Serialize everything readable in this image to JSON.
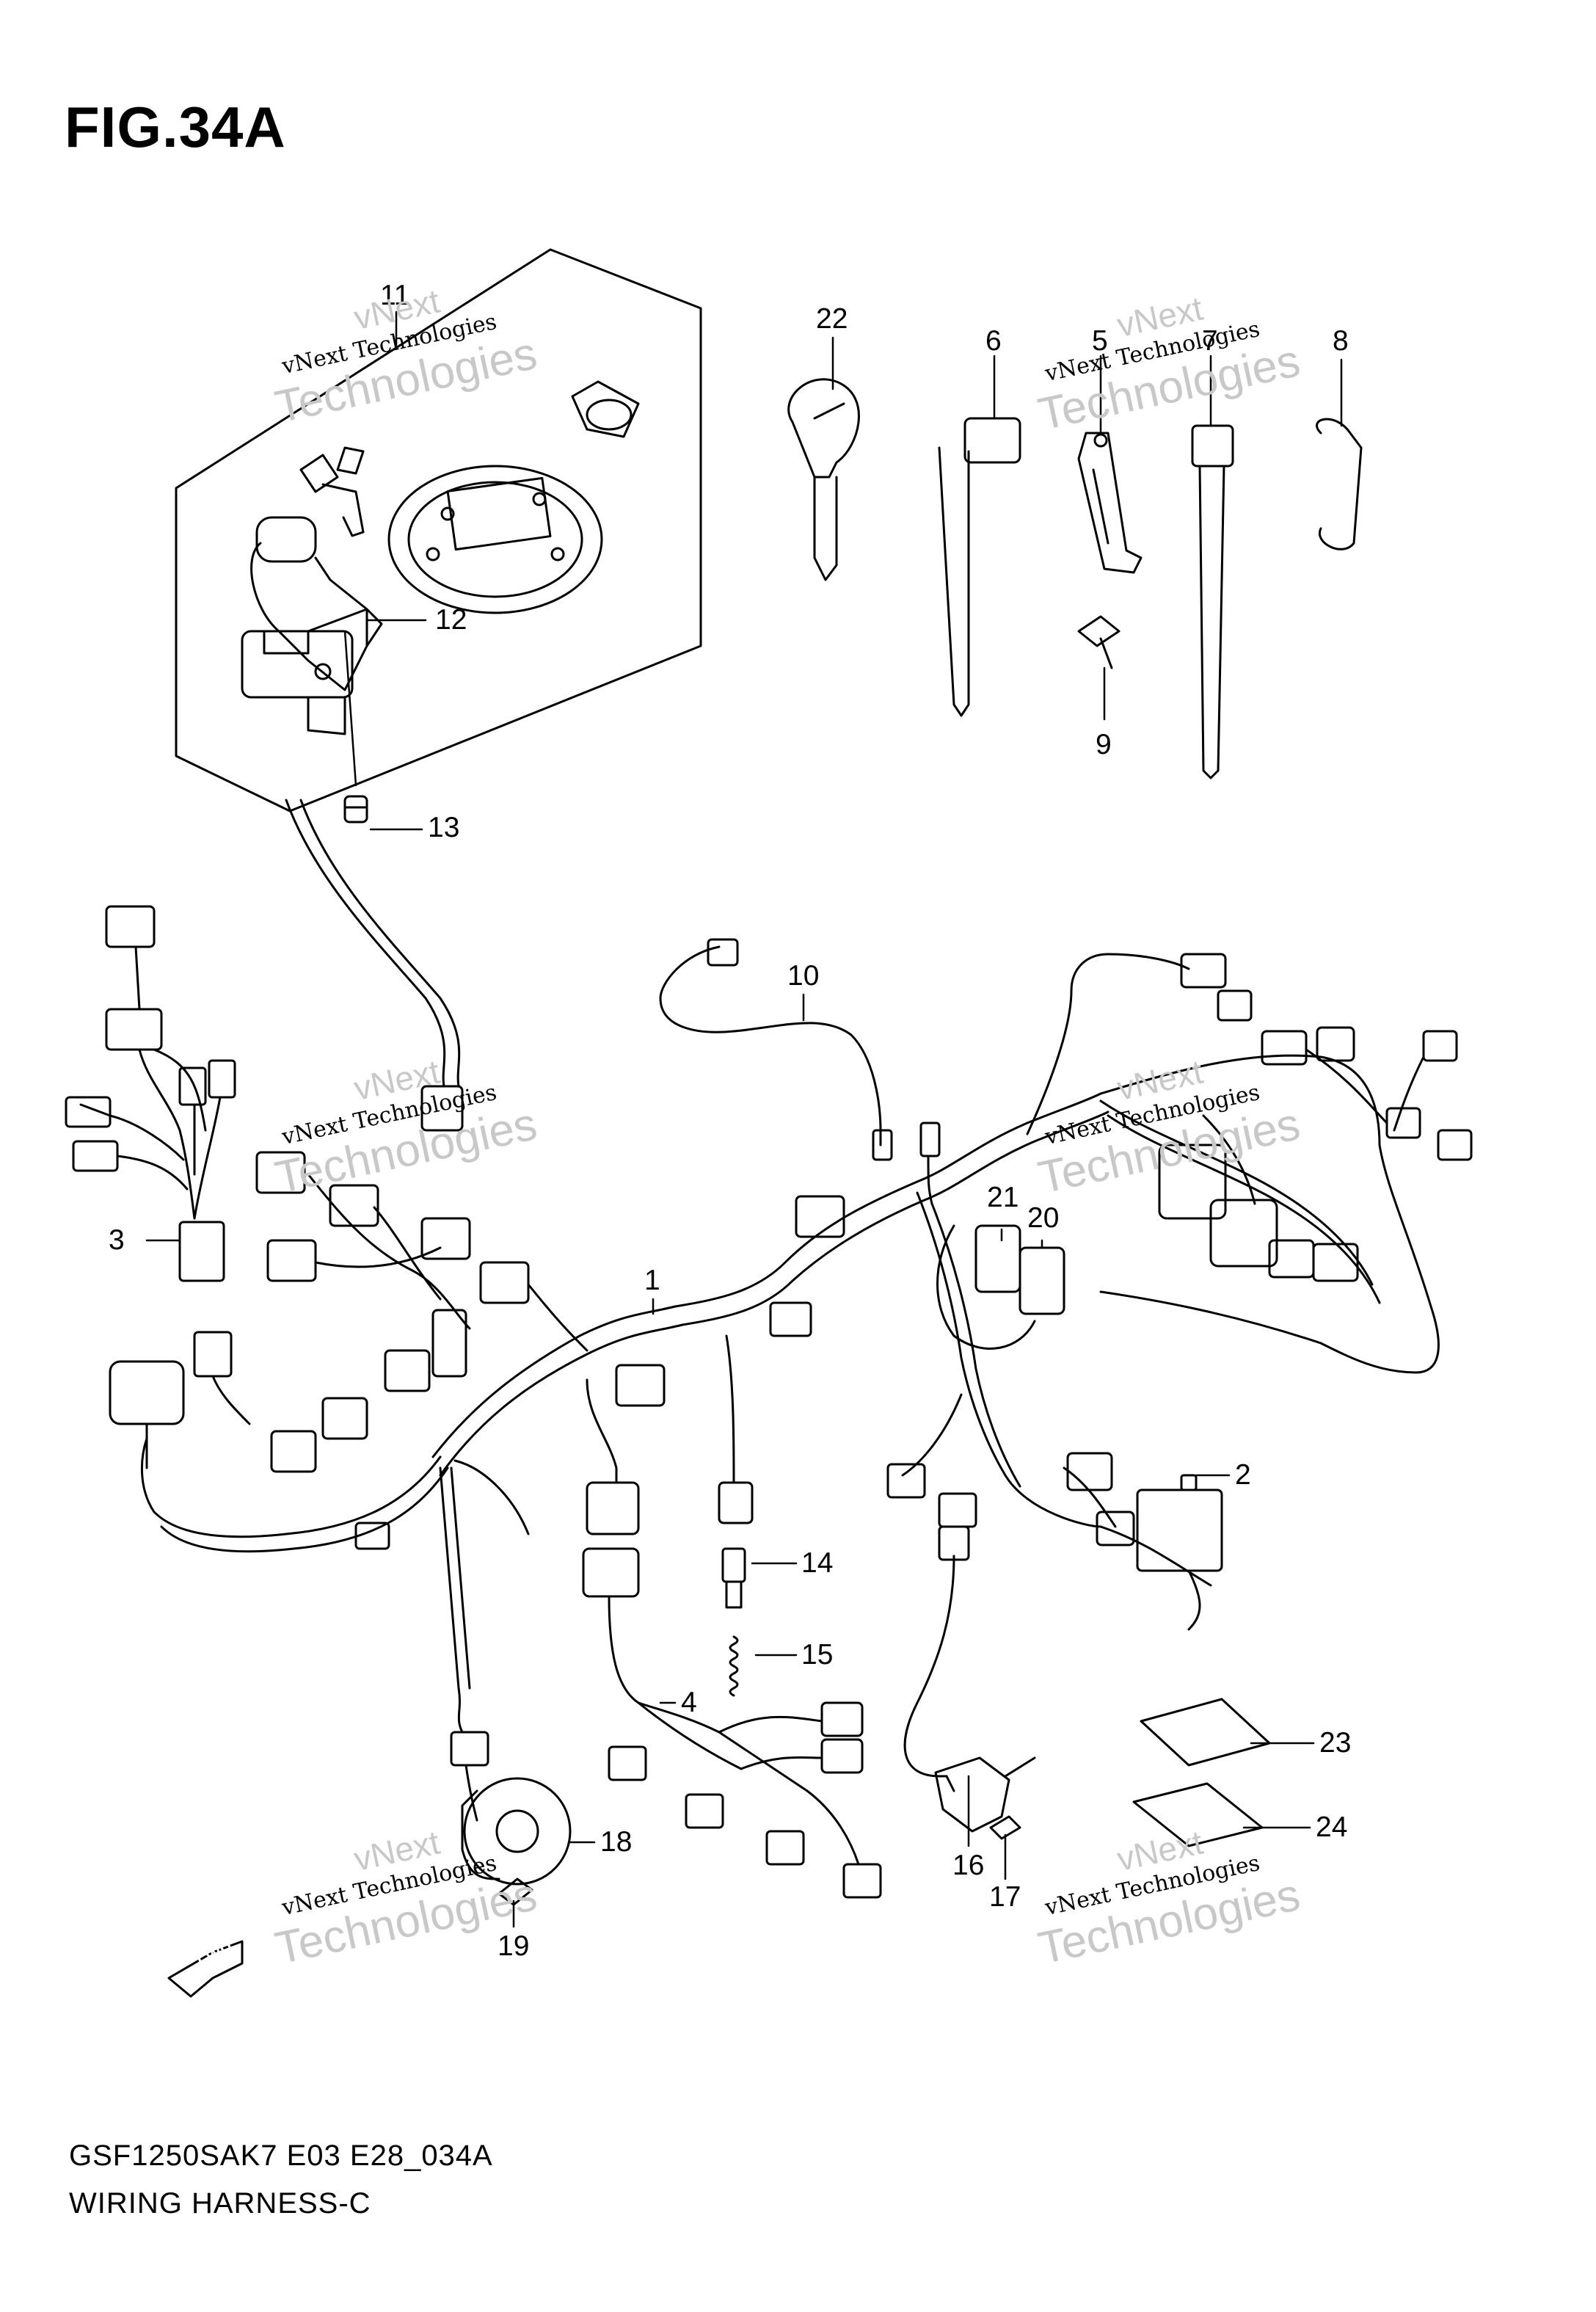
{
  "figure": {
    "title": "FIG.34A",
    "model_code": "GSF1250SAK7 E03 E28_034A",
    "name": "WIRING HARNESS-C",
    "fwd_label": "FWD"
  },
  "watermark": {
    "line1": "vNext",
    "line2": "vNext Technologies",
    "line3": "Technologies"
  },
  "callouts": [
    "1",
    "2",
    "3",
    "4",
    "5",
    "6",
    "7",
    "8",
    "9",
    "10",
    "11",
    "12",
    "13",
    "14",
    "15",
    "16",
    "17",
    "18",
    "19",
    "20",
    "21",
    "22",
    "23",
    "24"
  ],
  "colors": {
    "line": "#000000",
    "watermark": "#c8c8c8",
    "background": "#ffffff"
  }
}
